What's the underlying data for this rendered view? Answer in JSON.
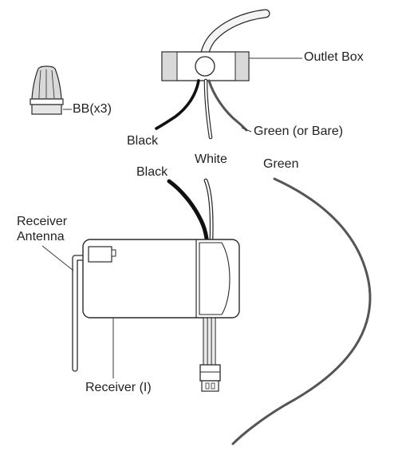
{
  "labels": {
    "outlet_box": "Outlet Box",
    "wire_nut": "BB(x3)",
    "box_black": "Black",
    "box_white": "White",
    "box_green": "Green (or Bare)",
    "rx_black": "Black",
    "rx_green": "Green",
    "antenna_line1": "Receiver",
    "antenna_line2": "Antenna",
    "receiver": "Receiver (I)"
  },
  "colors": {
    "stroke": "#2a2a2a",
    "leader": "#3a3a3a",
    "box_shade": "#d9d9d9",
    "black_wire": "#111111",
    "green_wire": "#555555",
    "white_wire": "#ffffff",
    "flex_cable": "#f4f4f4"
  },
  "icons": [
    "wire-nut-icon",
    "outlet-box-icon",
    "receiver-module-icon",
    "connector-plug-icon",
    "antenna-wire-icon"
  ]
}
